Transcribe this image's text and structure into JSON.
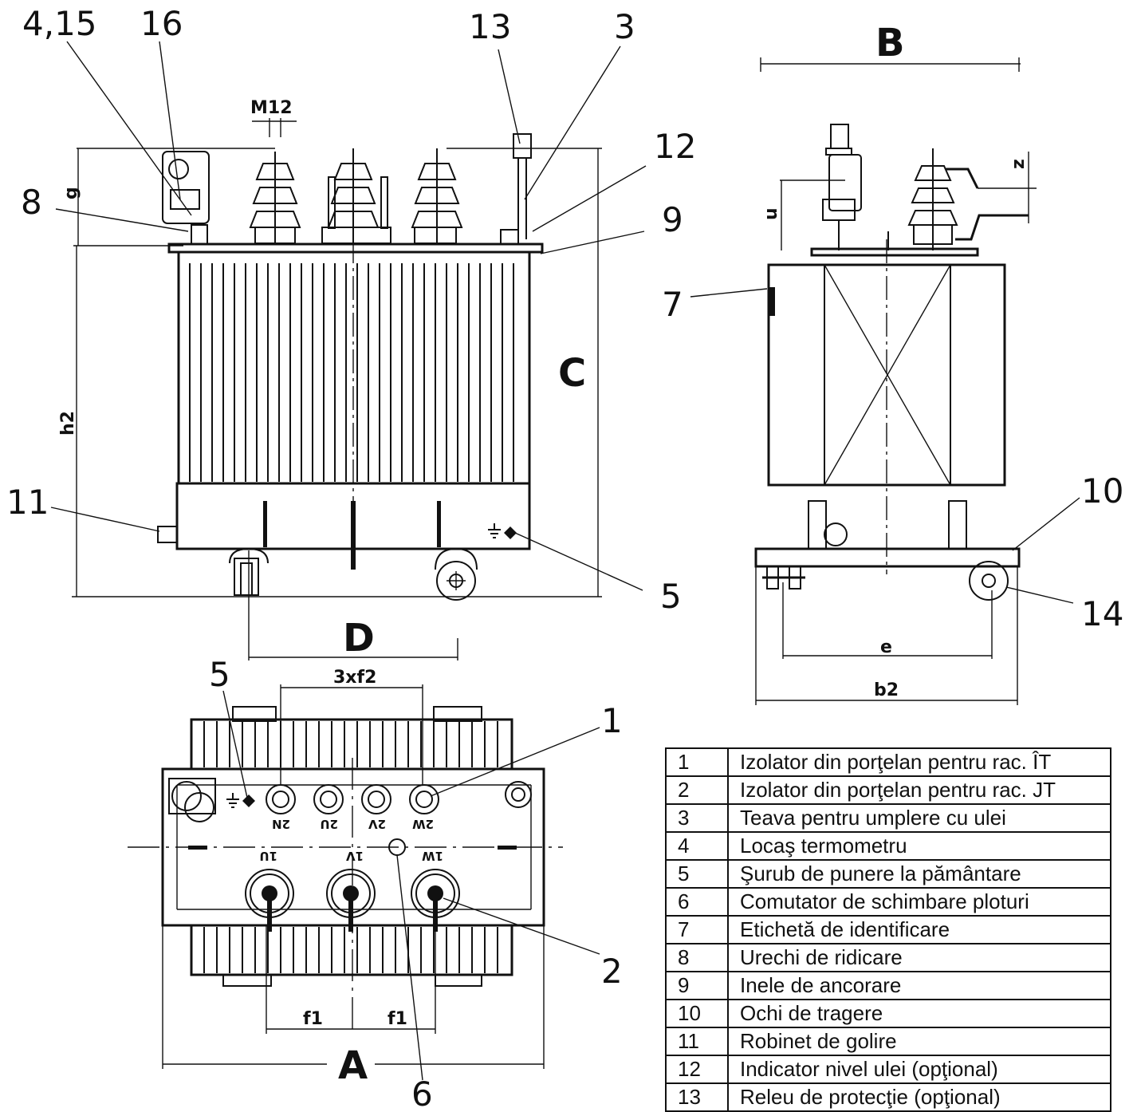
{
  "callouts": {
    "c4_15": "4,15",
    "c16": "16",
    "c13": "13",
    "c3": "3",
    "c12": "12",
    "c8": "8",
    "c9": "9",
    "c7": "7",
    "c11": "11",
    "c5a": "5",
    "c10": "10",
    "c14": "14",
    "c5b": "5",
    "c1": "1",
    "c2": "2",
    "c6": "6"
  },
  "dimensions": {
    "A": "A",
    "B": "B",
    "C": "C",
    "D": "D",
    "g": "g",
    "h2": "h2",
    "M12": "M12",
    "u": "u",
    "z": "z",
    "e": "e",
    "b2": "b2",
    "f2": "3xf2",
    "f1a": "f1",
    "f1b": "f1"
  },
  "terminals": {
    "t2N": "2N",
    "t2U": "2U",
    "t2V": "2V",
    "t2W": "2W",
    "t1U": "1U",
    "t1V": "1V",
    "t1W": "1W"
  },
  "legend": [
    {
      "num": "1",
      "label": "Izolator din porţelan pentru rac. ÎT"
    },
    {
      "num": "2",
      "label": "Izolator din porţelan pentru rac. JT"
    },
    {
      "num": "3",
      "label": "Teava pentru umplere cu ulei"
    },
    {
      "num": "4",
      "label": "Locaş termometru"
    },
    {
      "num": "5",
      "label": "Şurub de punere la pământare"
    },
    {
      "num": "6",
      "label": "Comutator de schimbare ploturi"
    },
    {
      "num": "7",
      "label": "Etichetă de identificare"
    },
    {
      "num": "8",
      "label": "Urechi de ridicare"
    },
    {
      "num": "9",
      "label": "Inele de ancorare"
    },
    {
      "num": "10",
      "label": "Ochi de tragere"
    },
    {
      "num": "11",
      "label": "Robinet de golire"
    },
    {
      "num": "12",
      "label": "Indicator nivel ulei (opţional)"
    },
    {
      "num": "13",
      "label": "Releu de protecţie (opţional)"
    }
  ]
}
